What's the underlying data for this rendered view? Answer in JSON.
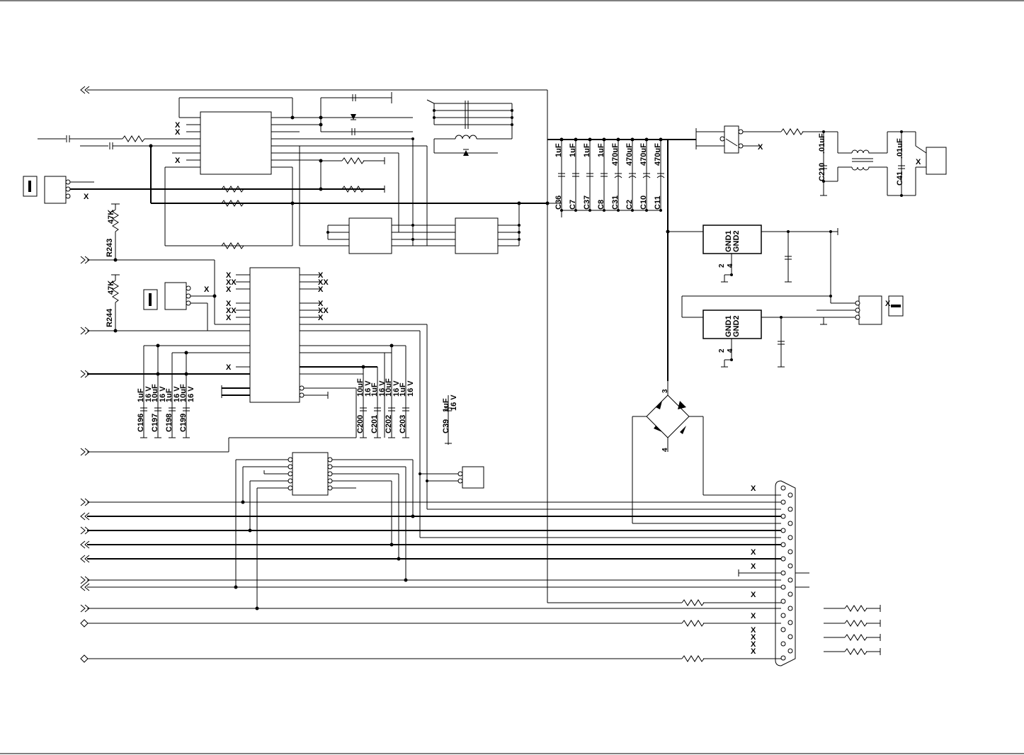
{
  "schematic": {
    "resistors": [
      {
        "ref": "R243",
        "value": "47K"
      },
      {
        "ref": "R244",
        "value": "47K"
      }
    ],
    "capacitors_top": [
      {
        "ref": "C36",
        "value": "1uF"
      },
      {
        "ref": "C7",
        "value": "1uF"
      },
      {
        "ref": "C37",
        "value": "1uF"
      },
      {
        "ref": "C8",
        "value": "1uF"
      },
      {
        "ref": "C31",
        "value": "470uF"
      },
      {
        "ref": "C2",
        "value": "470uF"
      },
      {
        "ref": "C10",
        "value": "470uF"
      },
      {
        "ref": "C11",
        "value": "470uF"
      }
    ],
    "capacitors_filter": [
      {
        "ref": "C210",
        "value": ".01uF"
      },
      {
        "ref": "C41",
        "value": ".01uF"
      }
    ],
    "capacitors_left": [
      {
        "ref": "C196",
        "value": "1uF",
        "rating": "16 V"
      },
      {
        "ref": "C197",
        "value": "10uF",
        "rating": "16 V"
      },
      {
        "ref": "C198",
        "value": "1uF",
        "rating": "16 V"
      },
      {
        "ref": "C199",
        "value": "10uF",
        "rating": "16 V"
      }
    ],
    "capacitors_mid": [
      {
        "ref": "C200",
        "value": "10uF",
        "rating": "16 V"
      },
      {
        "ref": "C201",
        "value": "1uF",
        "rating": "16 V"
      },
      {
        "ref": "C202",
        "value": "10uF",
        "rating": "16 V"
      },
      {
        "ref": "C203",
        "value": "1uF",
        "rating": "16 V"
      }
    ],
    "capacitor_c39": {
      "ref": "C39",
      "value": "1uF",
      "rating": "16 V"
    },
    "regulators": [
      {
        "gnd1": "GND1",
        "gnd2": "GND2",
        "pin_a": "2",
        "pin_b": "4"
      },
      {
        "gnd1": "GND1",
        "gnd2": "GND2",
        "pin_a": "2",
        "pin_b": "4"
      }
    ],
    "bridge_pins": {
      "top": "3",
      "bottom": "4"
    }
  }
}
